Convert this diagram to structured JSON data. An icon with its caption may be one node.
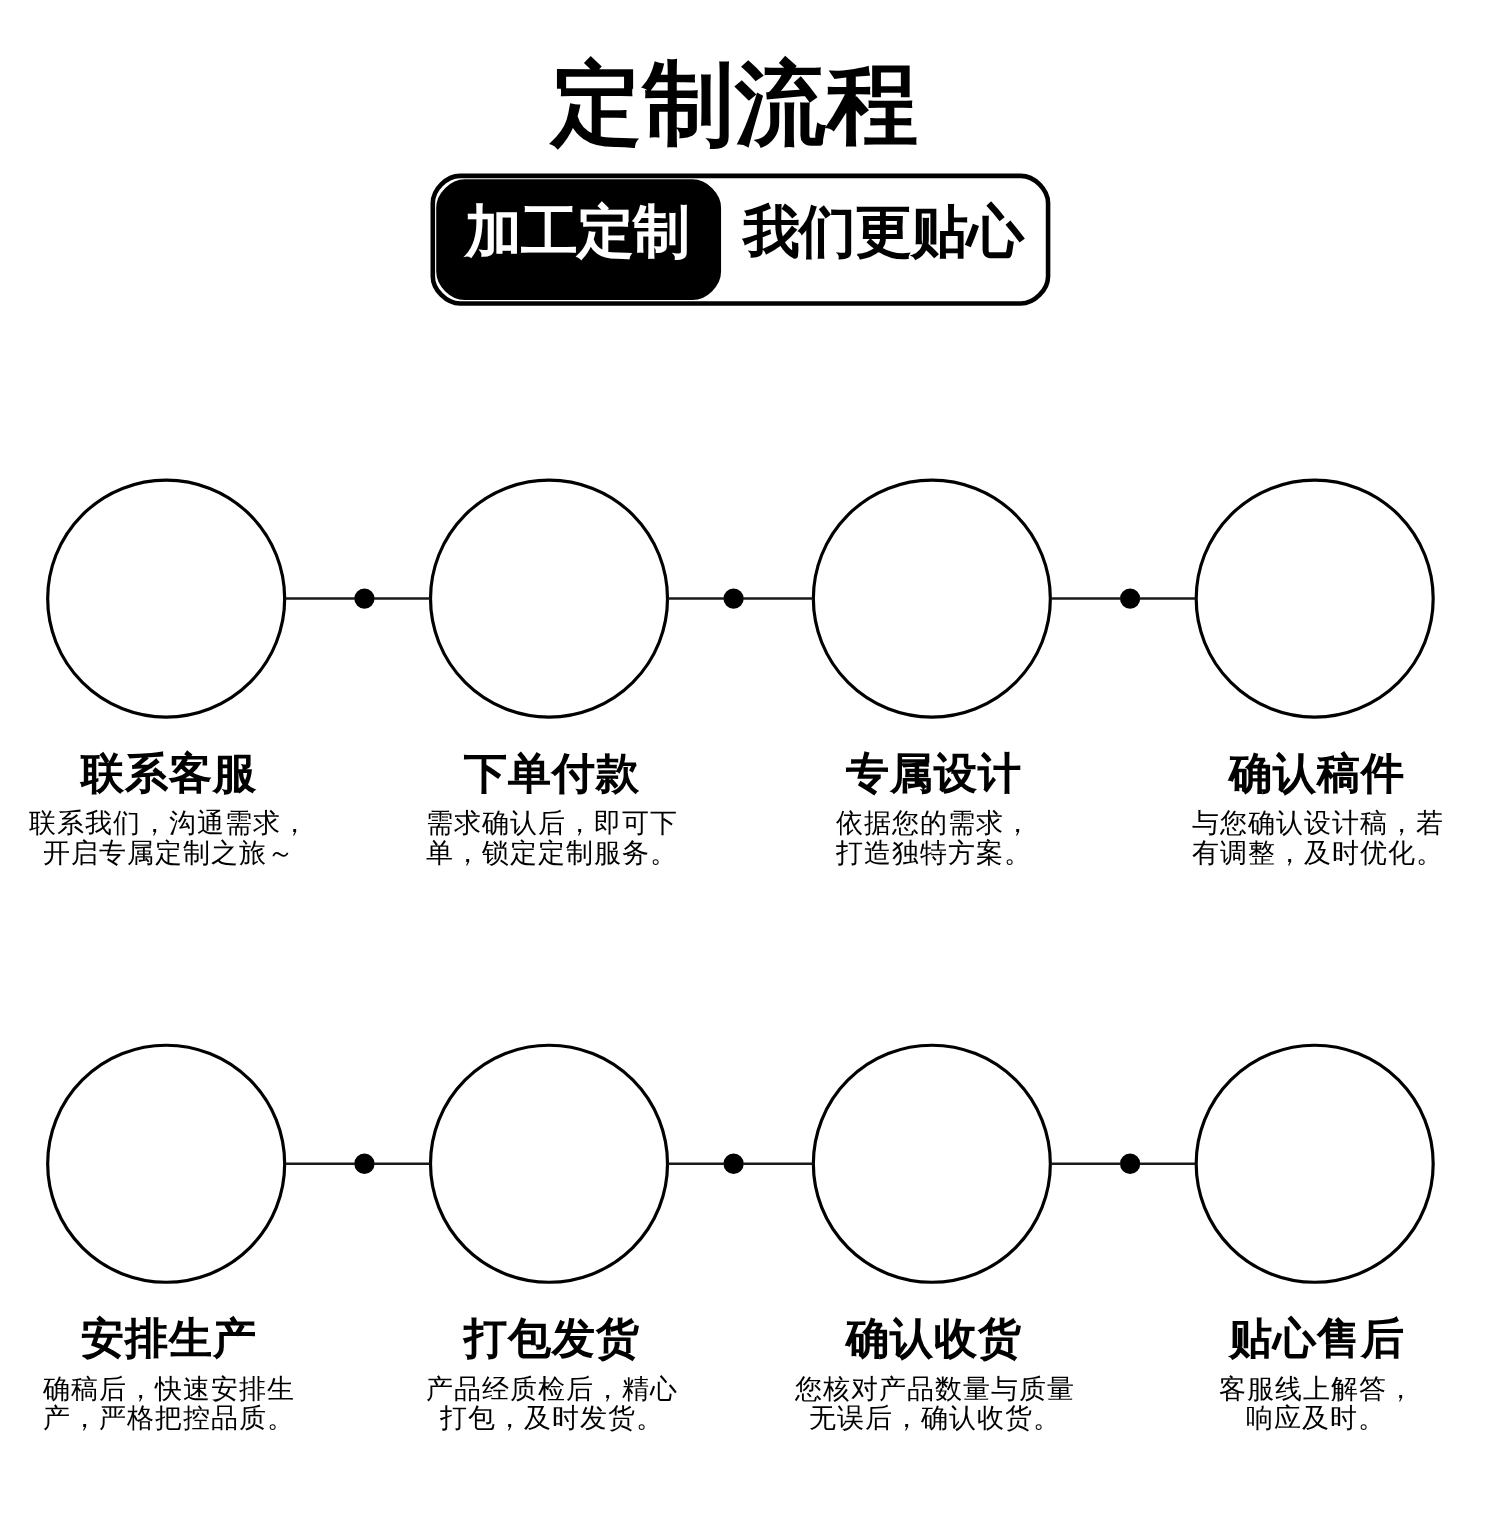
{
  "diagram": {
    "title": "定制流程",
    "nodes": [
      {
        "text": [
          "加工定制",
          "我们更贴心"
        ]
      },
      {
        "text": [
          "联系客服",
          "联系我们，沟通需求，开启专属定制之旅～"
        ]
      },
      {
        "text": [],
        "shape": "dot"
      },
      {
        "text": [
          "下单付款",
          "需求确认后，即可下单，锁定定制服务。"
        ]
      },
      {
        "text": [],
        "shape": "dot"
      },
      {
        "text": [
          "专属设计",
          "依据您的需求，打造独特方案。"
        ]
      },
      {
        "text": [],
        "shape": "dot"
      },
      {
        "text": [
          "确认稿件",
          "与您确认设计稿，若有调整，及时优化。"
        ]
      },
      {
        "text": [
          "安排生产",
          "确稿后，快速安排生产，严格把控品质。"
        ]
      },
      {
        "text": [],
        "shape": "dot"
      },
      {
        "text": [
          "打包发货",
          "产品经质检后，精心打包，及时发货。"
        ]
      },
      {
        "text": [],
        "shape": "dot"
      },
      {
        "text": [
          "确认收货",
          "您核对产品数量与质量无误后，确认收货。"
        ]
      },
      {
        "text": [],
        "shape": "dot"
      },
      {
        "text": [
          "贴心售后",
          "客服线上解答，响应及时。"
        ]
      }
    ],
    "edges": [
      {
        "from": 1,
        "to": 2,
        "arrow": "none"
      },
      {
        "from": 2,
        "to": 3,
        "arrow": "none"
      },
      {
        "from": 3,
        "to": 4,
        "arrow": "none"
      },
      {
        "from": 4,
        "to": 5,
        "arrow": "none"
      },
      {
        "from": 5,
        "to": 6,
        "arrow": "none"
      },
      {
        "from": 6,
        "to": 7,
        "arrow": "none"
      },
      {
        "from": 8,
        "to": 9,
        "arrow": "none"
      },
      {
        "from": 9,
        "to": 10,
        "arrow": "none"
      },
      {
        "from": 10,
        "to": 11,
        "arrow": "none"
      },
      {
        "from": 11,
        "to": 12,
        "arrow": "none"
      },
      {
        "from": 12,
        "to": 13,
        "arrow": "none"
      },
      {
        "from": 13,
        "to": 14,
        "arrow": "none"
      }
    ]
  }
}
